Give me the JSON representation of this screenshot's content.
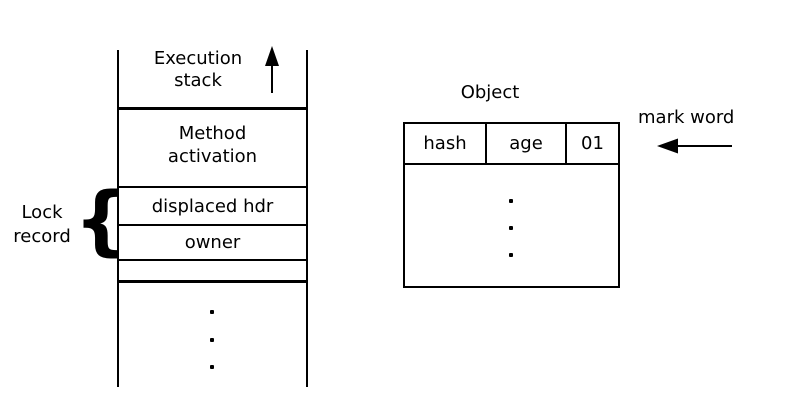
{
  "colors": {
    "ink": "#000000",
    "background": "#ffffff"
  },
  "execution_stack": {
    "title_lines": [
      "Execution",
      "stack"
    ],
    "frames": {
      "method_activation_lines": [
        "Method",
        "activation"
      ],
      "displaced_hdr": "displaced hdr",
      "owner": "owner"
    }
  },
  "lock_record": {
    "label_lines": [
      "Lock",
      "record"
    ],
    "brace_glyph": "{"
  },
  "object": {
    "title": "Object",
    "mark_word_fields": [
      "hash",
      "age",
      "01"
    ]
  },
  "annotations": {
    "mark_word_label": "mark word"
  }
}
